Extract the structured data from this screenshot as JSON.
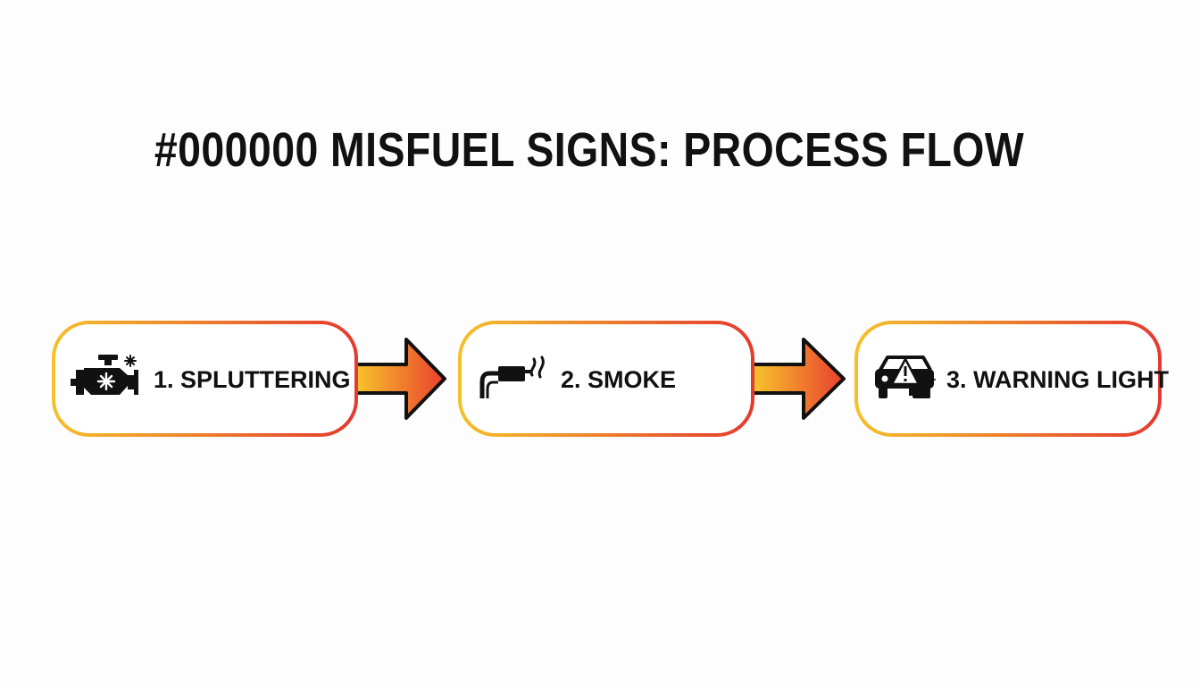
{
  "title": "#000000 MISFUEL SIGNS: PROCESS FLOW",
  "colors": {
    "gradient_start": "#f5c02a",
    "gradient_end": "#e53a2f",
    "text": "#111111",
    "background": "#fdfdfd"
  },
  "steps": [
    {
      "label": "1. SPLUTTERING",
      "icon": "engine-icon"
    },
    {
      "label": "2. SMOKE",
      "icon": "exhaust-smoke-icon"
    },
    {
      "label": "3. WARNING LIGHT",
      "icon": "car-warning-icon"
    }
  ],
  "connectors": [
    {
      "from": 0,
      "to": 1
    },
    {
      "from": 1,
      "to": 2
    }
  ]
}
